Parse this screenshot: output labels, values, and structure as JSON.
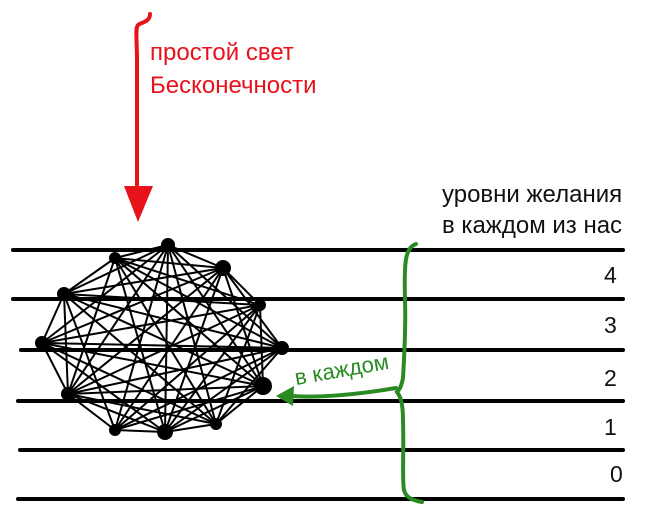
{
  "light_label": {
    "line1": "простой свет",
    "line2": "Бесконечности"
  },
  "levels_label": {
    "line1": "уровни желания",
    "line2": "в каждом из нас"
  },
  "level_numbers": [
    "4",
    "3",
    "2",
    "1",
    "0"
  ],
  "each_label": "в каждом",
  "colors": {
    "arrow": "#e8121b",
    "light_text": "#e8121b",
    "brace": "#2a8a22",
    "each_text": "#2a8a22",
    "lines": "#000000"
  }
}
